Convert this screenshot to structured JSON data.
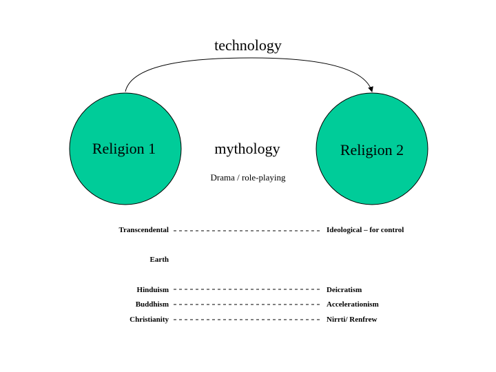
{
  "diagram": {
    "top_label": "technology",
    "left_circle_label": "Religion 1",
    "right_circle_label": "Religion 2",
    "center_label": "mythology",
    "center_sublabel": "Drama / role-playing",
    "circle_color": "#00cc99",
    "rows": [
      {
        "left": "Transcendental",
        "right": "Ideological – for control",
        "dashed": true
      },
      {
        "left": "Earth",
        "right": "",
        "dashed": false
      },
      {
        "left": "Hinduism",
        "right": "Deicratism",
        "dashed": true
      },
      {
        "left": "Buddhism",
        "right": "Accelerationism",
        "dashed": true
      },
      {
        "left": "Christianity",
        "right": "Nirrti/ Renfrew",
        "dashed": true
      }
    ]
  }
}
